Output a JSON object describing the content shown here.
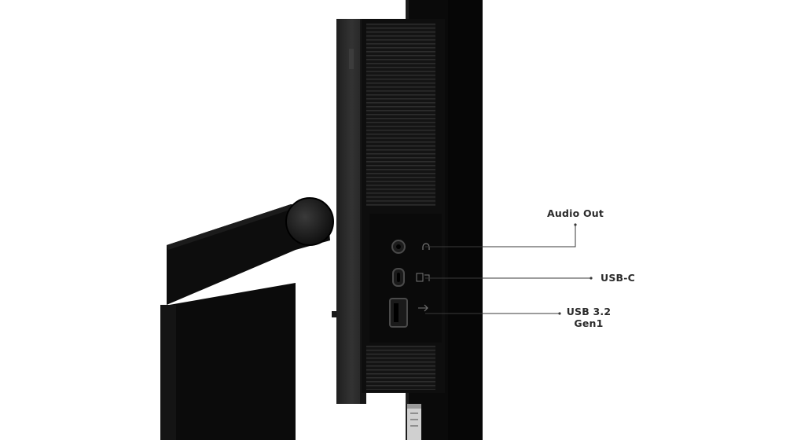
{
  "callouts": {
    "audio_out": "Audio Out",
    "usb_c": "USB-C",
    "usb32_line1": "USB 3.2",
    "usb32_line2": "Gen1"
  },
  "colors": {
    "background": "#ffffff",
    "body_black": "#0b0b0b",
    "bezel_grey": "#2a2a2a",
    "leader_line": "#3a3a3a",
    "label_text": "#2b2b2b"
  },
  "icons": [
    "headphone-icon",
    "usb-c-icon",
    "usb-a-icon"
  ]
}
